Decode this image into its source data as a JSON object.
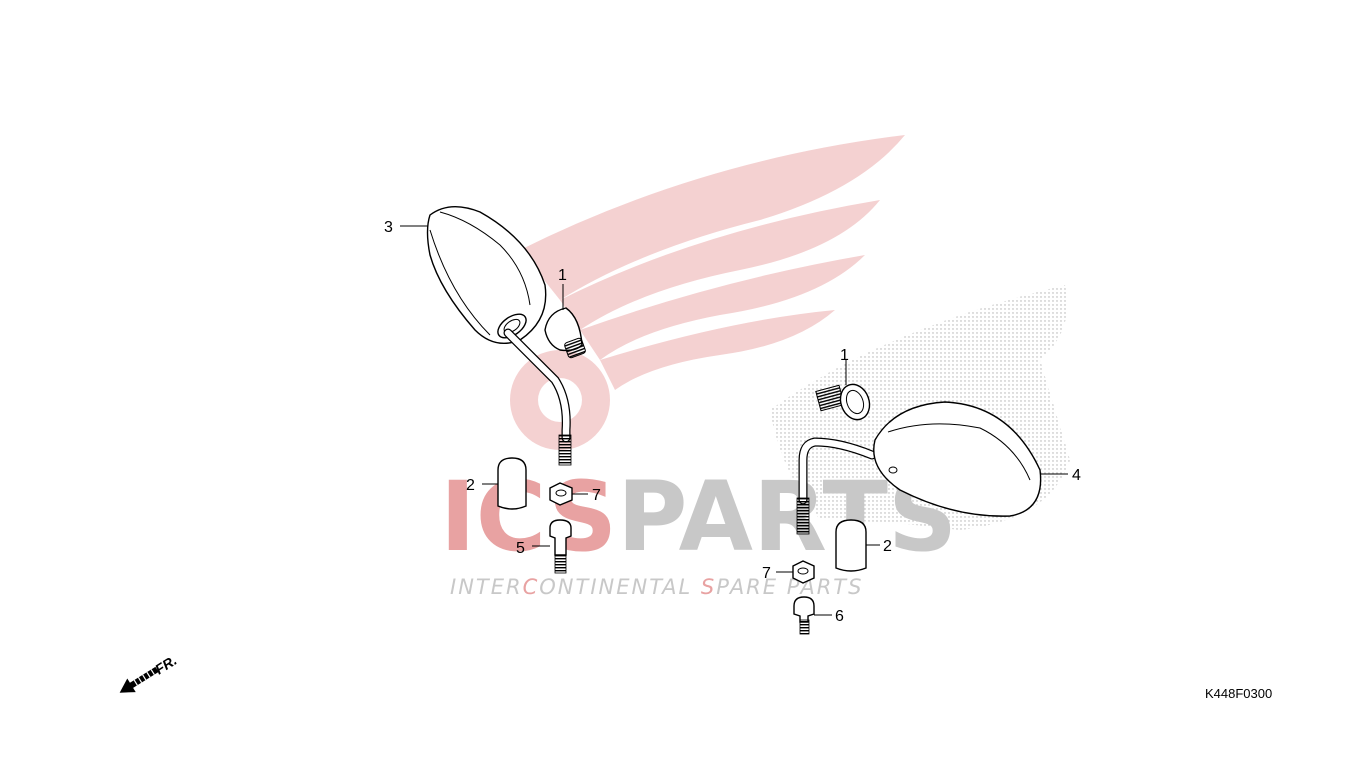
{
  "watermark": {
    "brand_red": "ICS",
    "brand_gray": "PARTS",
    "tagline_parts": [
      "INTER",
      "C",
      "ONTINENTAL ",
      "S",
      "PARE PARTS"
    ],
    "colors": {
      "red": "#e8a2a2",
      "gray": "#c8c8c8",
      "wing": "#f3c9c9"
    }
  },
  "callouts": {
    "left": {
      "mirror": "3",
      "cover": "1",
      "cap": "2",
      "nut": "7",
      "bolt": "5"
    },
    "right": {
      "mirror": "4",
      "cover": "1",
      "cap": "2",
      "nut": "7",
      "bolt": "6"
    }
  },
  "direction_label": "FR.",
  "diagram_code": "K448F0300"
}
